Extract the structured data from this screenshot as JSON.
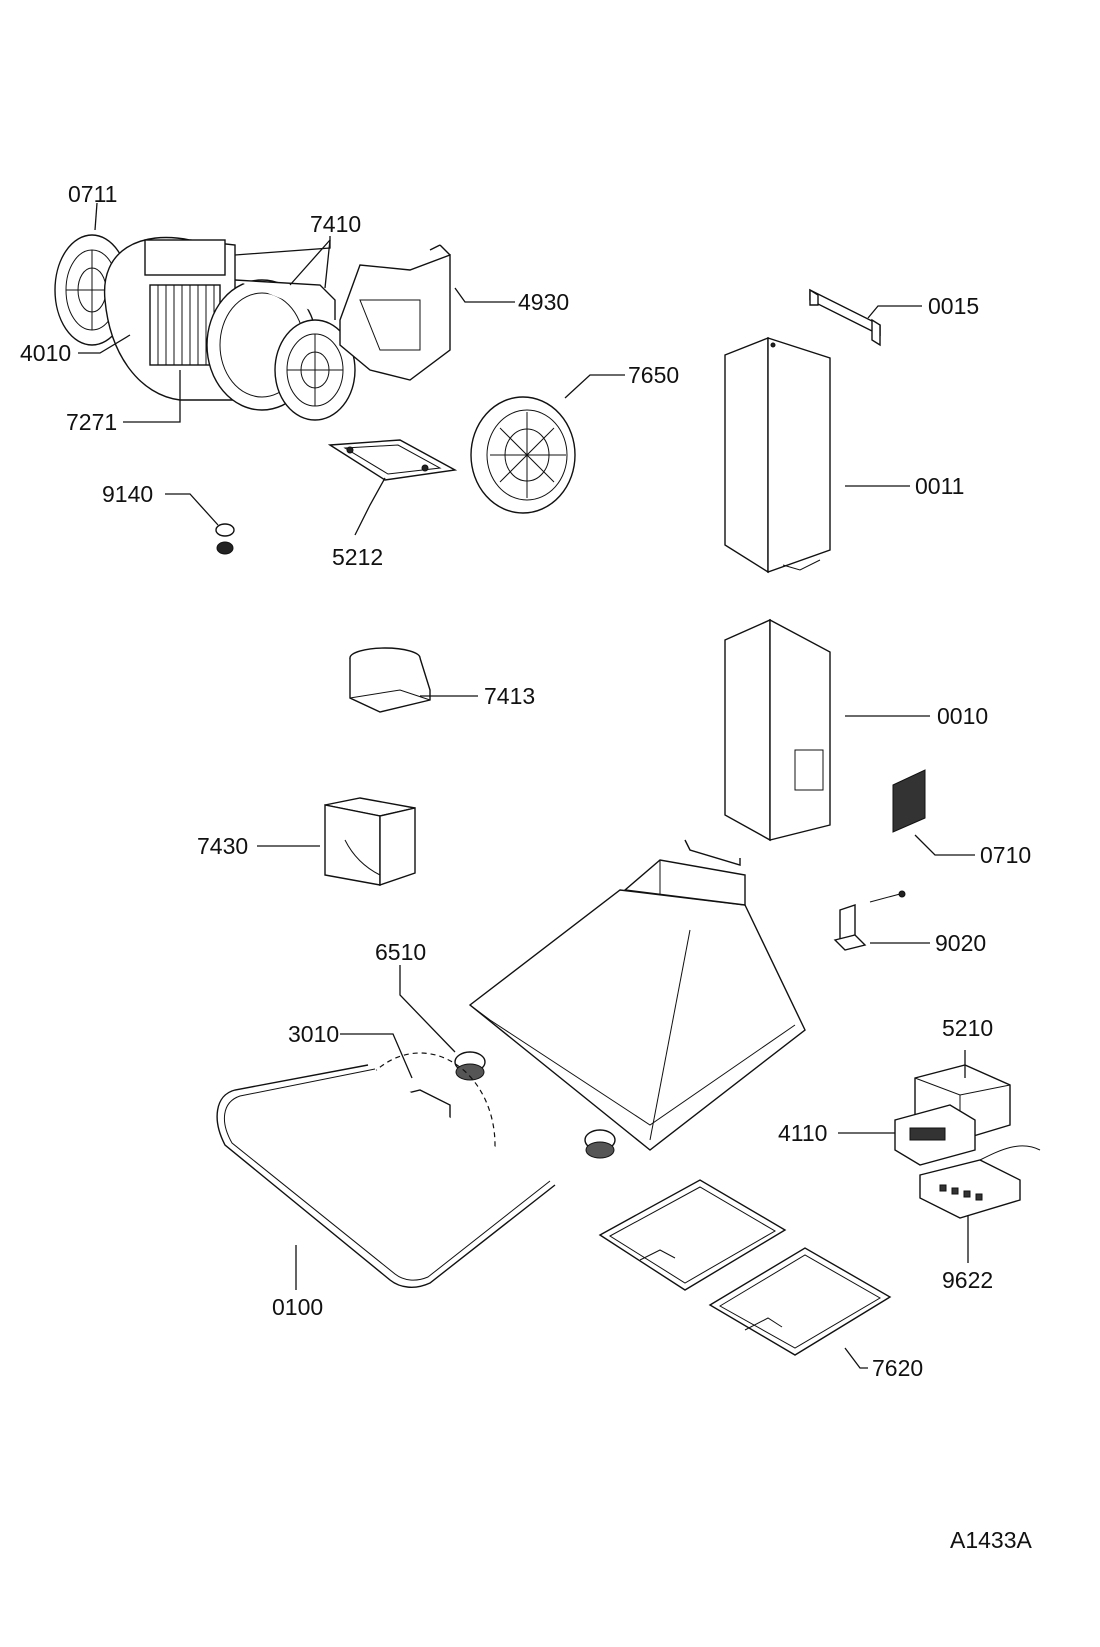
{
  "diagram": {
    "drawing_code": "A1433A",
    "part_labels": {
      "p0711": "0711",
      "p7410": "7410",
      "p4930": "4930",
      "p0015": "0015",
      "p4010": "4010",
      "p7650": "7650",
      "p7271": "7271",
      "p0011": "0011",
      "p9140": "9140",
      "p5212": "5212",
      "p7413": "7413",
      "p0010": "0010",
      "p7430": "7430",
      "p0710": "0710",
      "p9020": "9020",
      "p6510": "6510",
      "p3010": "3010",
      "p5210": "5210",
      "p4110": "4110",
      "p9622": "9622",
      "p0100": "0100",
      "p7620": "7620"
    }
  }
}
